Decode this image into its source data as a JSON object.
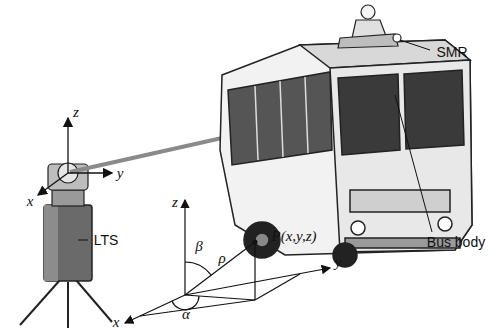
{
  "diagram": {
    "labels": [
      "z",
      "y",
      "x",
      "LTS",
      "SMR",
      "Bus body",
      "z",
      "β",
      "ρ",
      "P(x,y,z)",
      "y",
      "x",
      "α"
    ]
  }
}
